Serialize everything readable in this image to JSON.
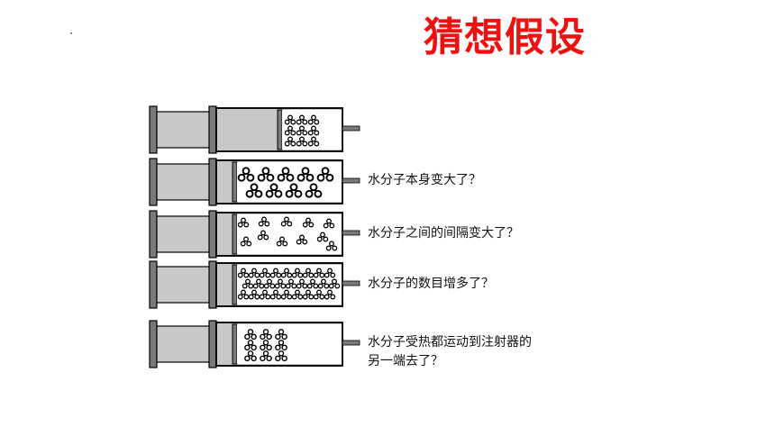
{
  "title": "猜想假设",
  "hypotheses": [
    "水分子本身变大了？",
    "水分子之间的间隔变大了？",
    "水分子的数目增多了？",
    "水分子受热都运动到注射器的",
    "另一端去了？"
  ],
  "colors": {
    "title": "#ee1111",
    "barrel": "#c8c8c8",
    "plunger": "#7a7a7a"
  }
}
